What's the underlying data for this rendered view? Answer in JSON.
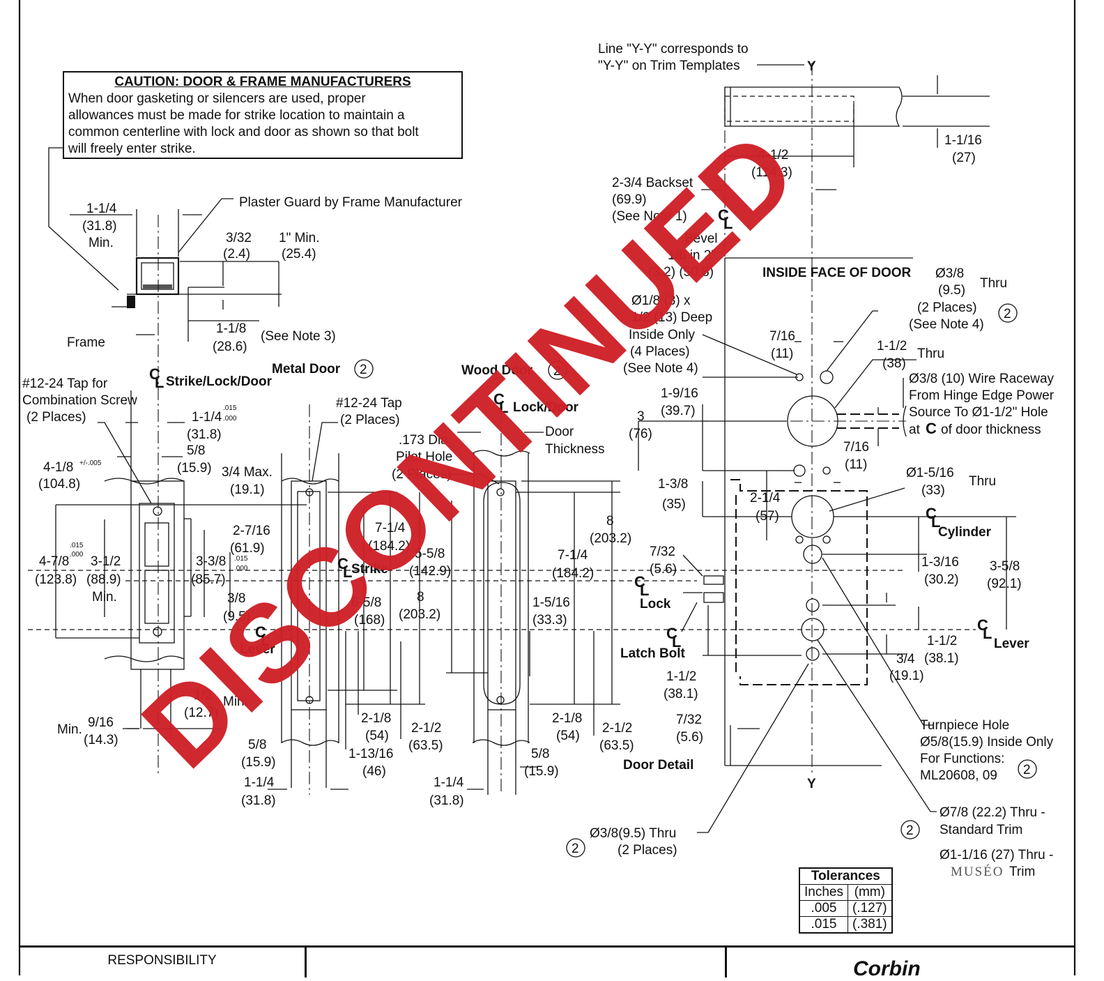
{
  "watermark": "DISCONTINUED",
  "caution": {
    "title": "CAUTION: DOOR & FRAME MANUFACTURERS",
    "lines": [
      "When door gasketing or silencers are used, proper",
      "allowances must be made for strike location to maintain a",
      "common centerline with lock and door as shown so that bolt",
      "will freely enter strike."
    ]
  },
  "labels": {
    "plaster_guard": "Plaster Guard by Frame Manufacturer",
    "frame": "Frame",
    "metal_door": "Metal Door",
    "wood_door": "Wood Door",
    "strike_lock_door": "Strike/Lock/Door",
    "lock_door": "Lock/Door",
    "strike": "Strike",
    "lever": "Lever",
    "lock": "Lock",
    "latch_bolt": "Latch Bolt",
    "cylinder": "Cylinder",
    "door_detail": "Door Detail",
    "inside_face": "INSIDE FACE OF DOOR",
    "door_thickness_1": "Door",
    "door_thickness_2": "Thickness",
    "y_top": "Y",
    "y_bottom": "Y",
    "yy_1": "Line \"Y-Y\" corresponds to",
    "yy_2": "\"Y-Y\" on Trim Templates",
    "tap_combo_1": "#12-24 Tap for",
    "tap_combo_2": "Combination Screw",
    "tap_combo_3": "(2 Places)",
    "tap_1": "#12-24 Tap",
    "tap_2": "(2 Places)",
    "pilot_1": ".173 Dia.",
    "pilot_2": "Pilot Hole",
    "pilot_3": "(2 Places)",
    "backset_1": "2-3/4 Backset",
    "backset_2": "(69.9)",
    "backset_3": "(See Note 1)",
    "bevel_1": "Bevel",
    "bevel_2": "1/8 in 2\"",
    "bevel_3": "(3.2) (50.8)",
    "hole18_1": "Ø1/8 (3) x",
    "hole18_2": "1/2 (13) Deep",
    "hole18_3": "Inside Only",
    "hole18_4": "(4 Places)",
    "hole18_5": "(See Note 4)",
    "hole38_1": "Ø3/8",
    "hole38_2": "(9.5)",
    "hole38_3": "Thru",
    "hole38_4": "(2 Places)",
    "hole38_5": "(See Note 4)",
    "hole112_1": "1-1/2",
    "hole112_2": "(38)",
    "hole112_3": "Thru",
    "raceway_1": "Ø3/8 (10) Wire Raceway",
    "raceway_2": "From Hinge Edge Power",
    "raceway_3": "Source To Ø1-1/2\" Hole",
    "raceway_4": "at",
    "raceway_5": "of door thickness",
    "hole1516_1": "Ø1-5/16",
    "hole1516_2": "(33)",
    "hole1516_3": "Thru",
    "turn_1": "Turnpiece Hole",
    "turn_2": "Ø5/8(15.9) Inside Only",
    "turn_3": "For Functions:",
    "turn_4": "ML20608, 09",
    "h78_1": "Ø7/8 (22.2) Thru -",
    "h78_2": "Standard Trim",
    "h116_1": "Ø1-1/16 (27) Thru -",
    "h116_2": "MUSÉO",
    "h116_3": "Trim",
    "h38b_1": "Ø3/8(9.5) Thru",
    "h38b_2": "(2 Places)",
    "see_note3": "(See Note 3)",
    "min": "Min.",
    "circle_num": "2"
  },
  "dims": {
    "d1": [
      "1-1/4",
      "(31.8)"
    ],
    "d2": [
      "3/32",
      "(2.4)"
    ],
    "d3": [
      "1\" Min.",
      "(25.4)"
    ],
    "d4": [
      "1-1/8",
      "(28.6)"
    ],
    "d5": [
      "1-1/4",
      "(31.8)"
    ],
    "d5_tol": [
      ".015",
      ".000"
    ],
    "d6": [
      "5/8",
      "(15.9)"
    ],
    "d7": [
      "3/4 Max.",
      "(19.1)"
    ],
    "d8": [
      "4-1/8",
      "(104.8)"
    ],
    "d8_tol": "+/-.005",
    "d9": [
      "2-7/16",
      "(61.9)"
    ],
    "d10": [
      "4-7/8",
      "(123.8)"
    ],
    "d10_tol": [
      ".015",
      ".000"
    ],
    "d11": [
      "3-1/2",
      "(88.9)"
    ],
    "d12": [
      "3-3/8",
      "(85.7)"
    ],
    "d12_tol": [
      ".015",
      ".000"
    ],
    "d13": [
      "3/8",
      "(9.5)"
    ],
    "d14": [
      "1/2",
      "(12.7)"
    ],
    "d15": [
      "9/16",
      "(14.3)"
    ],
    "d16": [
      "5/8",
      "(15.9)"
    ],
    "d17": [
      "1-1/4",
      "(31.8)"
    ],
    "d18": [
      "7-1/4",
      "(184.2)"
    ],
    "d19": [
      "6-5/8",
      "(168)"
    ],
    "d20": [
      "5-5/8",
      "(142.9)"
    ],
    "d21": [
      "8",
      "(203.2)"
    ],
    "d22": [
      "2-1/8",
      "(54)"
    ],
    "d23": [
      "2-1/2",
      "(63.5)"
    ],
    "d24": [
      "1-13/16",
      "(46)"
    ],
    "d25": [
      "1-5/16",
      "(33.3)"
    ],
    "d26": [
      "7-1/4",
      "(184.2)"
    ],
    "d27": [
      "8",
      "(203.2)"
    ],
    "d28": [
      "2-1/8",
      "(54)"
    ],
    "d29": [
      "2-1/2",
      "(63.5)"
    ],
    "d30": [
      "5/8",
      "(15.9)"
    ],
    "d31": [
      "1-1/4",
      "(31.8)"
    ],
    "d32": [
      "1-1/16",
      "(27)"
    ],
    "d33": [
      "4-1/2",
      "(114.3)"
    ],
    "d34": [
      "7/16",
      "(11)"
    ],
    "d35": [
      "1-9/16",
      "(39.7)"
    ],
    "d36": [
      "3",
      "(76)"
    ],
    "d37": [
      "7/16",
      "(11)"
    ],
    "d38": [
      "1-3/8",
      "(35)"
    ],
    "d39": [
      "2-1/4",
      "(57)"
    ],
    "d40": [
      "7/32",
      "(5.6)"
    ],
    "d41": [
      "1-3/16",
      "(30.2)"
    ],
    "d42": [
      "3-5/8",
      "(92.1)"
    ],
    "d43": [
      "1-1/2",
      "(38.1)"
    ],
    "d44": [
      "1-1/2",
      "(38.1)"
    ],
    "d45": [
      "3/4",
      "(19.1)"
    ],
    "d46": [
      "7/32",
      "(5.6)"
    ]
  },
  "tolerances": {
    "title": "Tolerances",
    "headers": [
      "Inches",
      "(mm)"
    ],
    "rows": [
      [
        ".005",
        "(.127)"
      ],
      [
        ".015",
        "(.381)"
      ]
    ]
  },
  "title_block": {
    "responsibility": "RESPONSIBILITY",
    "logo": "Corbin"
  }
}
